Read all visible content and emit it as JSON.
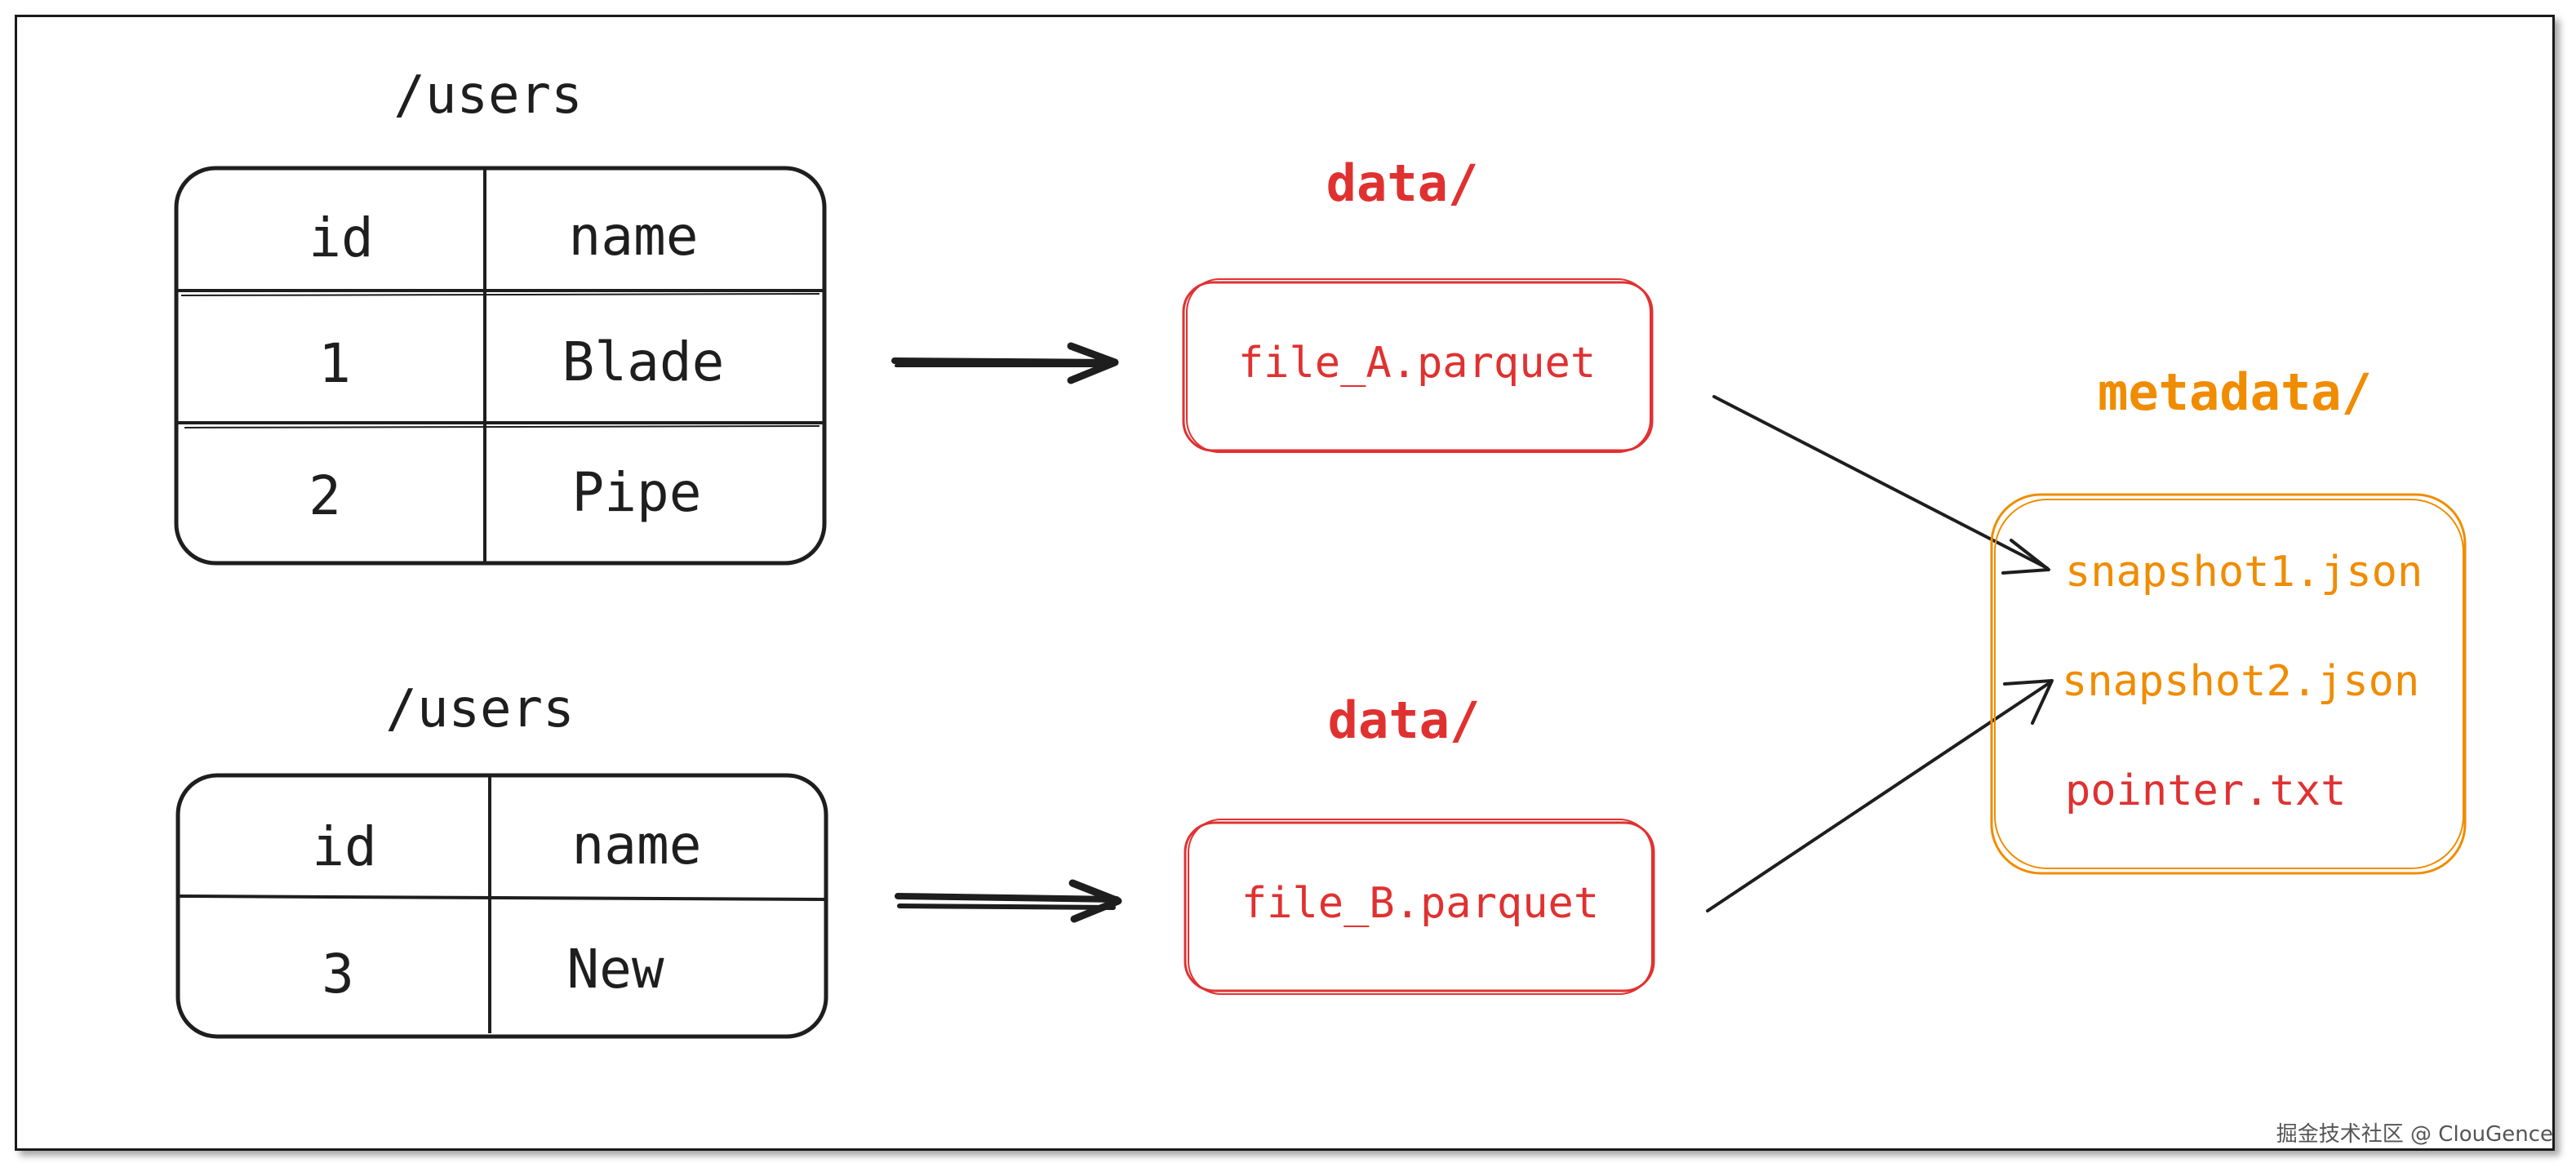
{
  "top_table": {
    "title": "/users",
    "headers": [
      "id",
      "name"
    ],
    "rows": [
      [
        "1",
        "Blade"
      ],
      [
        "2",
        "Pipe"
      ]
    ]
  },
  "bottom_table": {
    "title": "/users",
    "headers": [
      "id",
      "name"
    ],
    "rows": [
      [
        "3",
        "New"
      ]
    ]
  },
  "data_top": {
    "label": "data/",
    "file": "file_A.parquet"
  },
  "data_bottom": {
    "label": "data/",
    "file": "file_B.parquet"
  },
  "metadata": {
    "label": "metadata/",
    "files": [
      "snapshot1.json",
      "snapshot2.json",
      "pointer.txt"
    ]
  },
  "colors": {
    "red": "#e03131",
    "orange": "#f08c00",
    "ink": "#1e1e1e"
  },
  "watermark": "掘金技术社区 @ ClouGence"
}
